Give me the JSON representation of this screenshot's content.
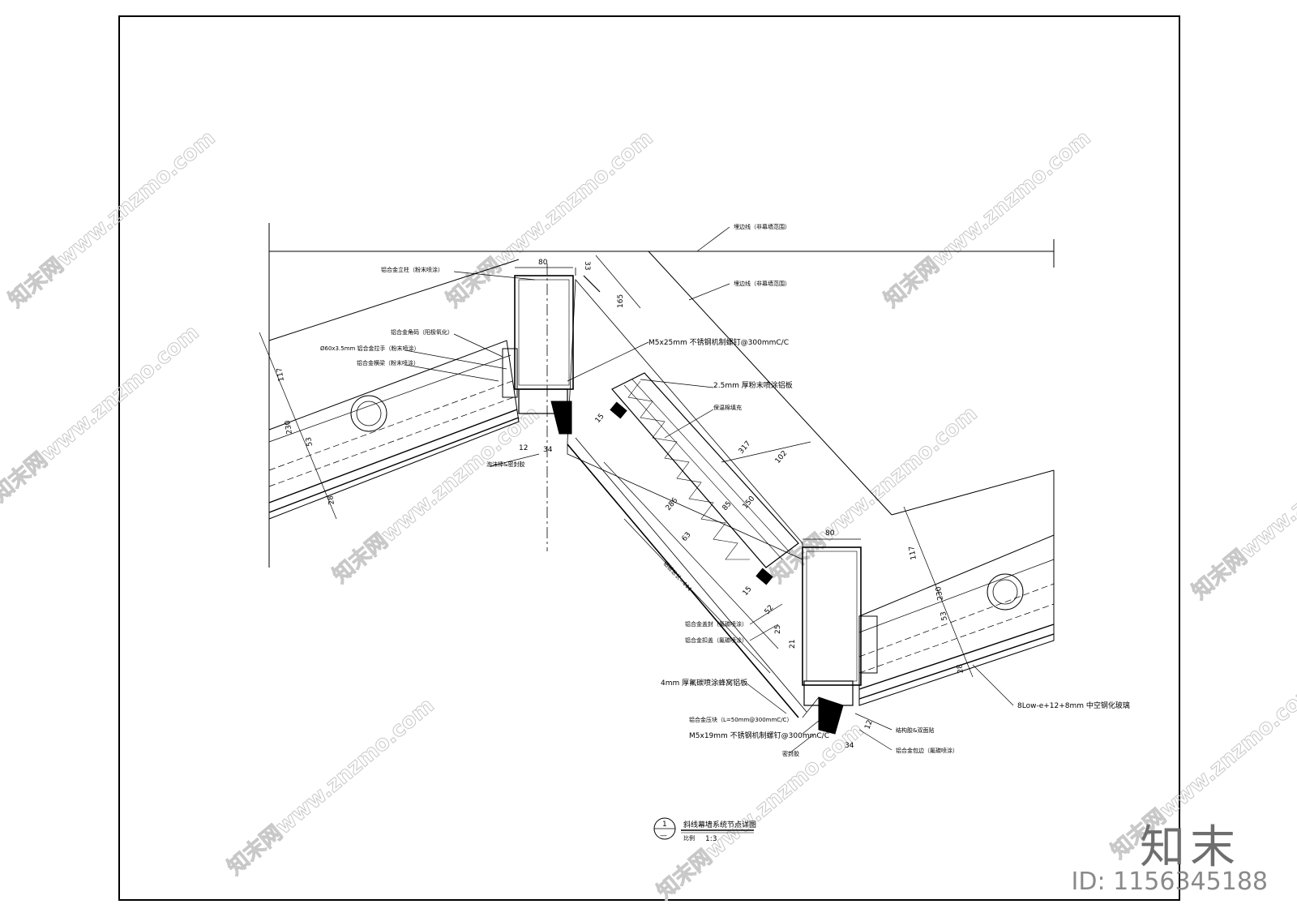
{
  "watermark": {
    "text": "知末网www.znzmo.com",
    "brand": "知末",
    "id": "ID: 1156345188"
  },
  "title": {
    "index_num": "1",
    "index_sub": "—",
    "text": "斜线幕墙系统节点详图",
    "scale_label": "比例",
    "scale_value": "1:3"
  },
  "labels": {
    "boundary_top": "埋边线（非幕墙范围）",
    "boundary_mid": "埋边线（非幕墙范围）",
    "mullion": "铝合金立柱（粉末喷涂）",
    "angle": "铝合金角码（阳极氧化）",
    "tube": "Ø60x3.5mm 铝合金拉手（粉末喷涂）",
    "panel_frame": "铝合金横梁（粉末喷涂）",
    "seal_left": "泡沫棒&密封胶",
    "screw_m5x25": "M5x25mm 不锈钢机制螺钉@300mmC/C",
    "panel_25": "2.5mm 厚粉末喷涂铝板",
    "insulation": "保温棉填充",
    "pressure_cap": "铝合金盖封（氟碳喷涂）",
    "buckle_cap": "铝合金扣盖（氟碳喷涂）",
    "panel_4mm": "4mm 厚氟碳喷涂蜂窝铝板",
    "pressure_plate": "铝合金压块（L=50mm@300mmC/C）",
    "screw_m5x19": "M5x19mm 不锈钢机制螺钉@300mmC/C",
    "sealant": "密封胶",
    "structural_glue": "结构胶&双面贴",
    "edge_cover": "铝合金包边（氟碳喷涂）",
    "glass": "8Low-e+12+8mm 中空钢化玻璃",
    "total_len": "铝板总长=444"
  },
  "dims": {
    "d80_top": "80",
    "d33": "33",
    "d165": "165",
    "d317": "317",
    "d102": "102",
    "d286": "286",
    "d85": "85",
    "d150": "150",
    "d63": "63",
    "d15a": "15",
    "d15b": "15",
    "d52": "52",
    "d25": "25",
    "d21": "21",
    "d80_bot": "80",
    "d117_left": "117",
    "d230_left": "230",
    "d53_left": "53",
    "d28_left": "28",
    "d12": "12",
    "d34_left": "34",
    "d117_right": "117",
    "d230_right": "230",
    "d53_right": "53",
    "d28_right": "28",
    "d12_right": "12",
    "d34_right": "34"
  }
}
